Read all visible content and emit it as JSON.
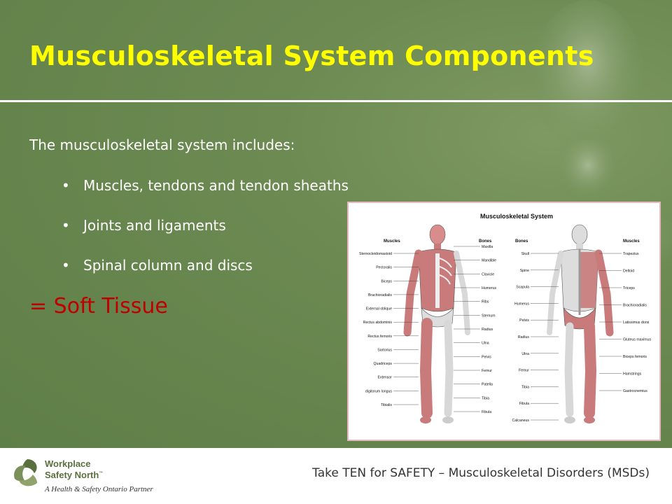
{
  "slide": {
    "title": "Musculoskeletal System Components",
    "intro": "The musculoskeletal system includes:",
    "bullets": [
      "Muscles, tendons and tendon sheaths",
      "Joints and ligaments",
      "Spinal column and discs"
    ],
    "bullet_glyph": "•",
    "conclusion": "= Soft Tissue"
  },
  "figure": {
    "title": "Musculoskeletal System",
    "front": {
      "header_left": "Muscles",
      "header_right": "Bones",
      "left_labels": [
        "Sternocleidomastoid",
        "Pectoralis",
        "Biceps",
        "Brachioradialis",
        "External oblique",
        "Rectus abdominis",
        "Rectus femoris",
        "Sartorius",
        "Quadriceps",
        "Extensor",
        "digitorum longus",
        "Tibialis"
      ],
      "right_labels": [
        "Maxilla",
        "Mandible",
        "Clavicle",
        "Humerus",
        "Ribs",
        "Sternum",
        "Radius",
        "Ulna",
        "Pelvis",
        "Femur",
        "Patella",
        "Tibia",
        "Fibula"
      ]
    },
    "back": {
      "header_left": "Bones",
      "header_right": "Muscles",
      "left_labels": [
        "Skull",
        "Spine",
        "Scapula",
        "Humerus",
        "Pelvis",
        "Radius",
        "Ulna",
        "Femur",
        "Tibia",
        "Fibula",
        "Calcaneus"
      ],
      "right_labels": [
        "Trapezius",
        "Deltoid",
        "Triceps",
        "Brachioradialis",
        "Latissimus dorsi",
        "Gluteus maximus",
        "Biceps femoris",
        "Hamstrings",
        "Gastrocnemius"
      ]
    }
  },
  "footer": {
    "logo_line1": "Workplace",
    "logo_line2": "Safety North",
    "logo_tm": "™",
    "logo_line3": "A Health & Safety Ontario Partner",
    "text": "Take TEN for SAFETY – Musculoskeletal Disorders (MSDs)"
  },
  "colors": {
    "background": "#6c8a52",
    "title": "#ffff00",
    "conclusion": "#c00000",
    "body_text": "#ffffff",
    "footer_text": "#333333"
  }
}
